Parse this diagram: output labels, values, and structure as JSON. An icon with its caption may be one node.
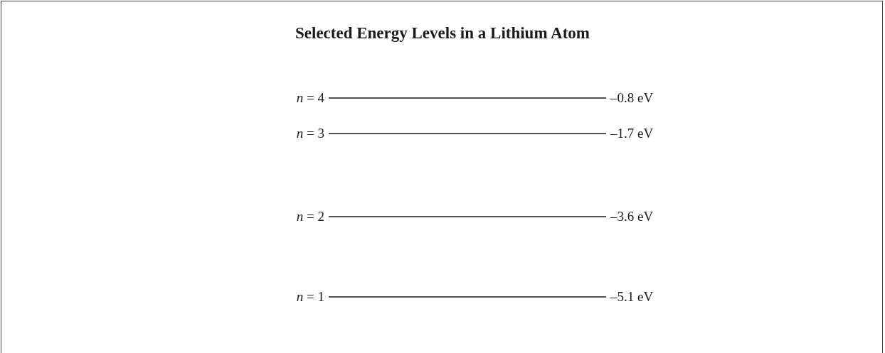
{
  "diagram": {
    "title": "Selected Energy Levels in a Lithium Atom",
    "nodes": [
      {
        "text": [
          "*n* = 4"
        ]
      },
      {
        "text": [
          "–0.8 eV"
        ]
      },
      {
        "text": [
          "*n* = 3"
        ]
      },
      {
        "text": [
          "–1.7 eV"
        ]
      },
      {
        "text": [
          "*n* = 2"
        ]
      },
      {
        "text": [
          "–3.6 eV"
        ]
      },
      {
        "text": [
          "*n* = 1"
        ]
      },
      {
        "text": [
          "–5.1 eV"
        ]
      }
    ],
    "edges": [
      {
        "from": 0,
        "to": 1,
        "arrow": "none"
      },
      {
        "from": 2,
        "to": 3,
        "arrow": "none"
      },
      {
        "from": 4,
        "to": 5,
        "arrow": "none"
      },
      {
        "from": 6,
        "to": 7,
        "arrow": "none"
      }
    ]
  }
}
